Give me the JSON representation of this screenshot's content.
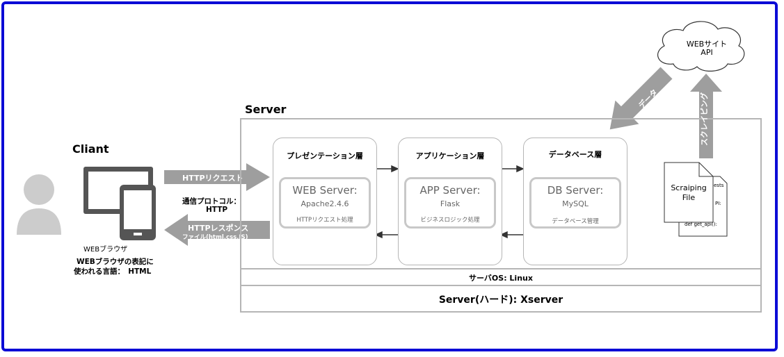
{
  "client": {
    "title": "Cliant",
    "browser_label": "WEBブラウザ",
    "lang_line1": "WEBブラウザの表記に",
    "lang_line2": "使われる言語：　HTML"
  },
  "http": {
    "request_label": "HTTPリクエスト",
    "protocol_line1": "通信プロトコル：",
    "protocol_line2": "HTTP",
    "response_label": "HTTPレスポンス",
    "response_sub": "ファイル(html,css,JS)"
  },
  "server": {
    "title": "Server",
    "os_label": "サーバOS: Linux",
    "hardware_label": "Server(ハード): Xserver"
  },
  "layers": [
    {
      "title": "プレゼンテーション層",
      "server_name": "WEB Server:",
      "software": "Apache2.4.6",
      "description": "HTTPリクエスト処理"
    },
    {
      "title": "アプリケーション層",
      "server_name": "APP Server:",
      "software": "Flask",
      "description": "ビジネスロジック処理"
    },
    {
      "title": "データベース層",
      "server_name": "DB Server:",
      "software": "MySQL",
      "description": "データベース管理"
    }
  ],
  "cloud": {
    "line1": "WEBサイト",
    "line2": "API"
  },
  "arrows": {
    "data_label": "データ",
    "scraping_label": "スクレイピング"
  },
  "file": {
    "line1": "Scraiping",
    "line2": "File",
    "back_fragments": [
      "ests",
      "PI:",
      "def get_api():"
    ]
  },
  "colors": {
    "frame": "#0b0bd6",
    "box_border": "#b5b5b5",
    "arrow_fill": "#9e9e9e",
    "icon_fill": "#555555",
    "person_fill": "#cccccc"
  }
}
